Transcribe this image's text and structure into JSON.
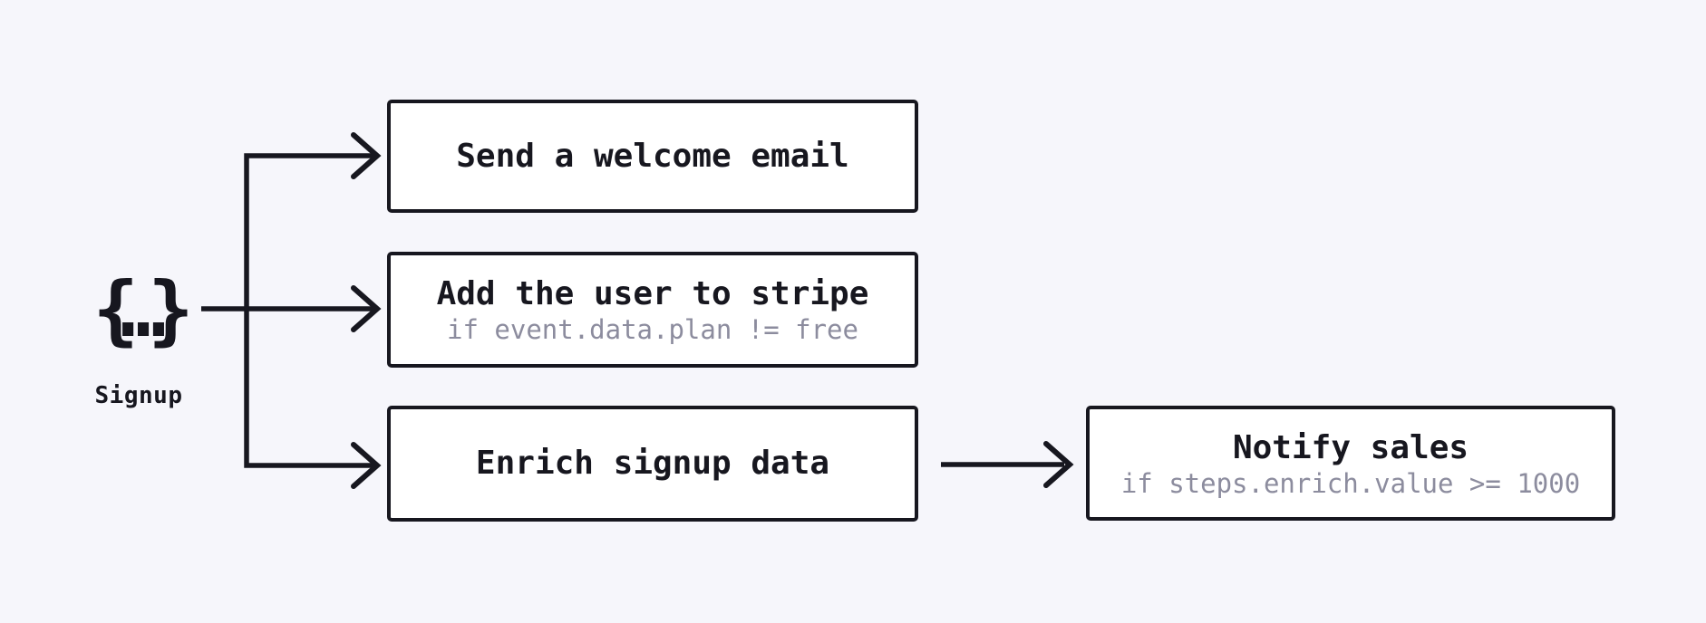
{
  "diagram": {
    "event": {
      "glyph": "{…}",
      "label": "Signup"
    },
    "nodes": [
      {
        "id": "welcome-email",
        "title": "Send a welcome email"
      },
      {
        "id": "add-user-to-stripe",
        "title": "Add the user to stripe",
        "condition": "if event.data.plan != free"
      },
      {
        "id": "enrich-signup-data",
        "title": "Enrich signup data"
      },
      {
        "id": "notify-sales",
        "title": "Notify sales",
        "condition": "if steps.enrich.value >= 1000"
      }
    ],
    "colors": {
      "background": "#f6f6fb",
      "node_fill": "#ffffff",
      "stroke": "#17171f",
      "condition_text": "#8c8c9e"
    }
  }
}
